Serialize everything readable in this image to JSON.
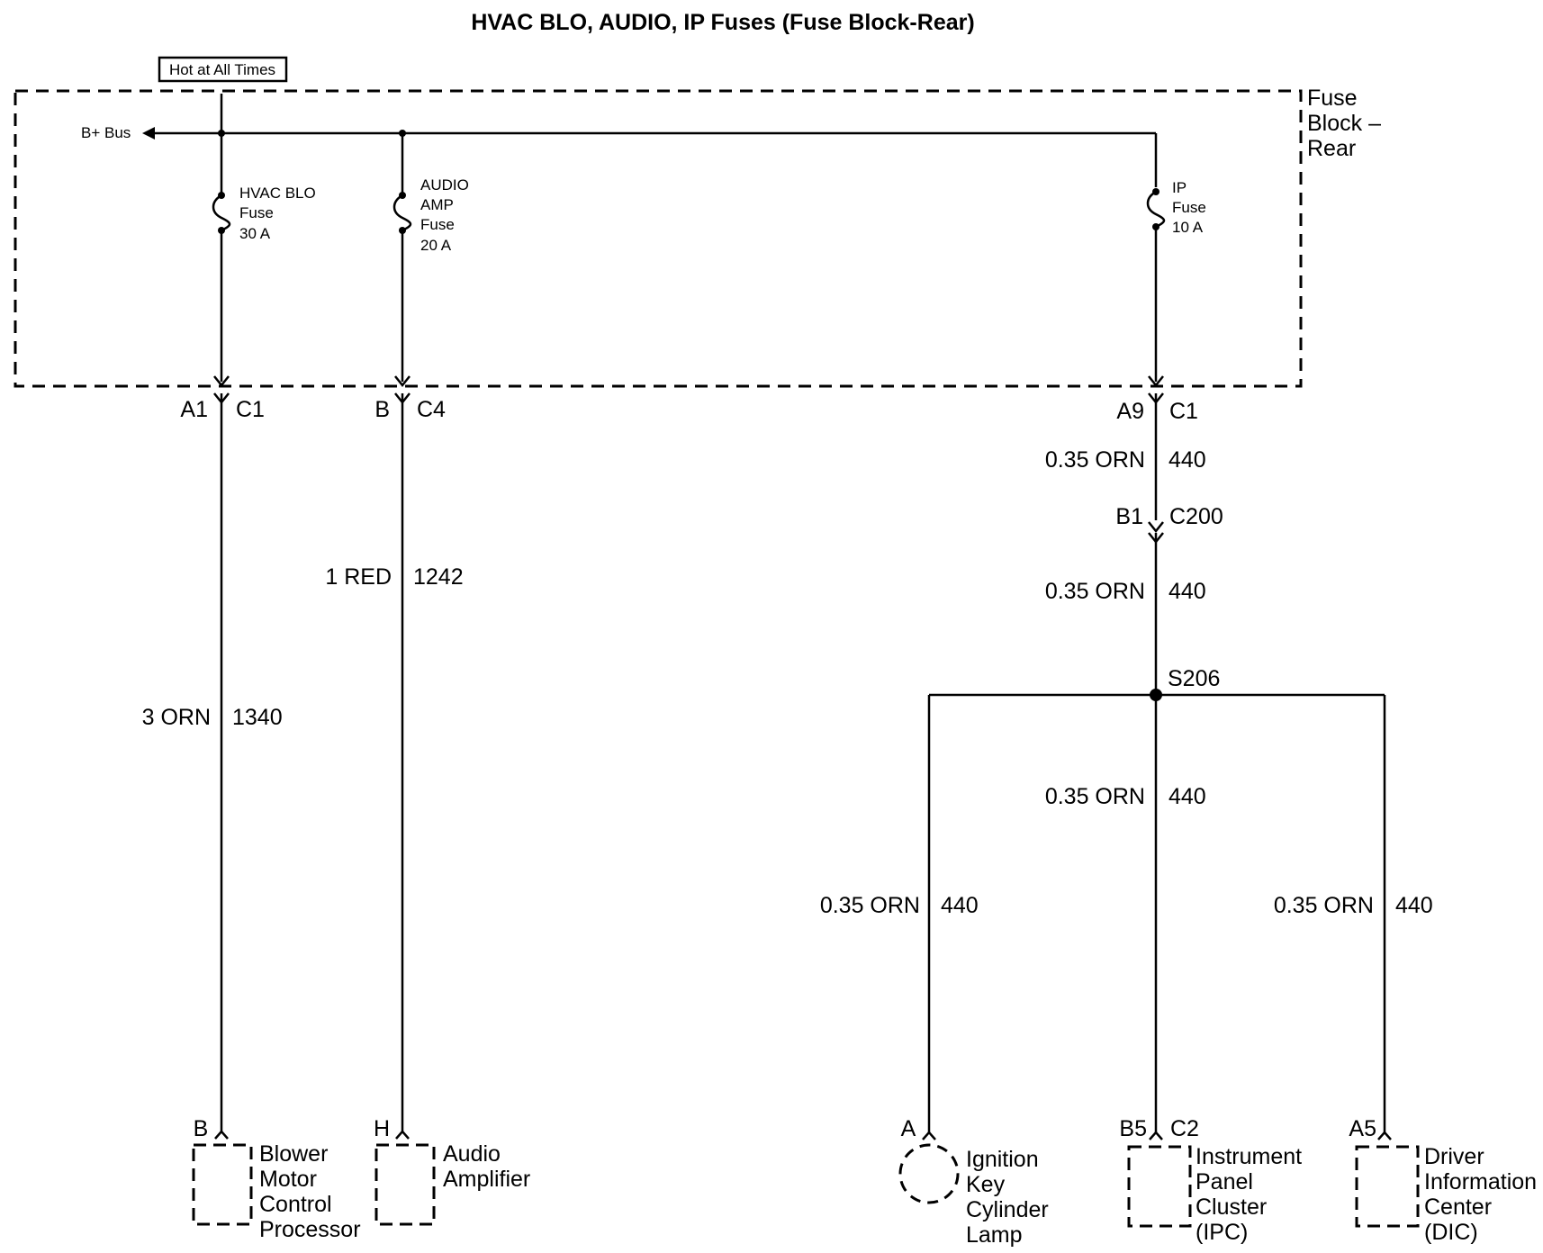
{
  "title": "HVAC BLO, AUDIO, IP Fuses (Fuse Block-Rear)",
  "hot_label": "Hot at All Times",
  "bus_label": "B+ Bus",
  "fuse_block": {
    "line1": "Fuse",
    "line2": "Block –",
    "line3": "Rear"
  },
  "fuses": {
    "hvac": {
      "l1": "HVAC BLO",
      "l2": "Fuse",
      "l3": "30 A"
    },
    "audio": {
      "l1": "AUDIO",
      "l2": "AMP",
      "l3": "Fuse",
      "l4": "20 A"
    },
    "ip": {
      "l1": "IP",
      "l2": "Fuse",
      "l3": "10 A"
    }
  },
  "connectors": {
    "hvac_pin": "A1",
    "hvac_conn": "C1",
    "audio_pin": "B",
    "audio_conn": "C4",
    "ip_pin": "A9",
    "ip_conn": "C1",
    "inline_pin": "B1",
    "inline_conn": "C200",
    "splice": "S206"
  },
  "wires": {
    "hvac": {
      "spec": "3 ORN",
      "circuit": "1340"
    },
    "audio": {
      "spec": "1 RED",
      "circuit": "1242"
    },
    "ip1": {
      "spec": "0.35 ORN",
      "circuit": "440"
    },
    "ip2": {
      "spec": "0.35 ORN",
      "circuit": "440"
    },
    "ipc": {
      "spec": "0.35 ORN",
      "circuit": "440"
    },
    "ign": {
      "spec": "0.35 ORN",
      "circuit": "440"
    },
    "dic": {
      "spec": "0.35 ORN",
      "circuit": "440"
    }
  },
  "components": {
    "blower": {
      "pin": "B",
      "l1": "Blower",
      "l2": "Motor",
      "l3": "Control",
      "l4": "Processor"
    },
    "amp": {
      "pin": "H",
      "l1": "Audio",
      "l2": "Amplifier"
    },
    "ign": {
      "pin": "A",
      "l1": "Ignition",
      "l2": "Key",
      "l3": "Cylinder",
      "l4": "Lamp"
    },
    "ipc": {
      "pin": "B5",
      "conn": "C2",
      "l1": "Instrument",
      "l2": "Panel",
      "l3": "Cluster",
      "l4": "(IPC)"
    },
    "dic": {
      "pin": "A5",
      "l1": "Driver",
      "l2": "Information",
      "l3": "Center",
      "l4": "(DIC)"
    }
  }
}
